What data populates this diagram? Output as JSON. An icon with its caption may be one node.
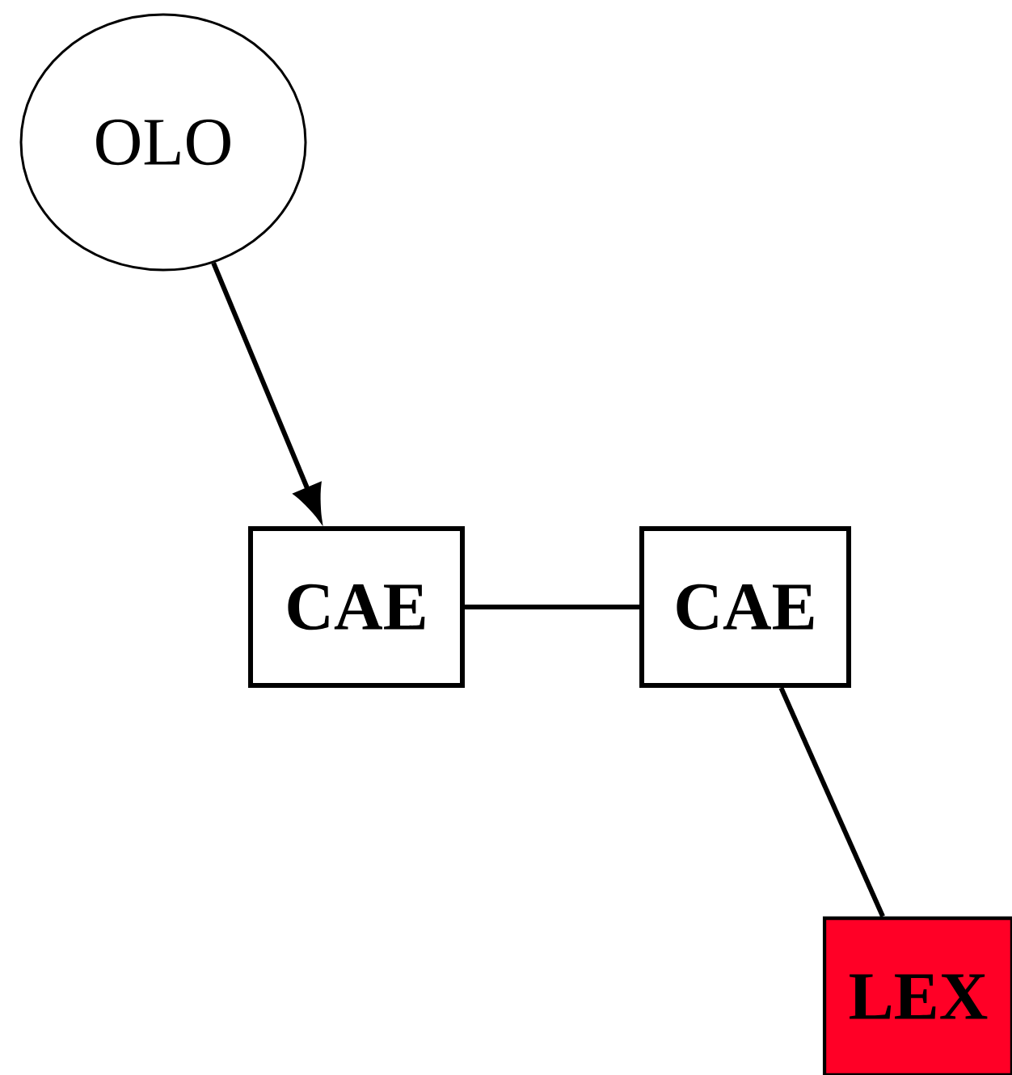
{
  "diagram": {
    "nodes": [
      {
        "text": [
          "OLO"
        ]
      },
      {
        "text": [
          "CAE"
        ]
      },
      {
        "text": [
          "CAE"
        ]
      },
      {
        "text": [
          "LEX"
        ]
      }
    ],
    "edges": [
      {
        "from": 0,
        "to": 1,
        "arrow": "to"
      },
      {
        "from": 1,
        "to": 2,
        "arrow": "none"
      },
      {
        "from": 2,
        "to": 3,
        "arrow": "none"
      }
    ]
  }
}
